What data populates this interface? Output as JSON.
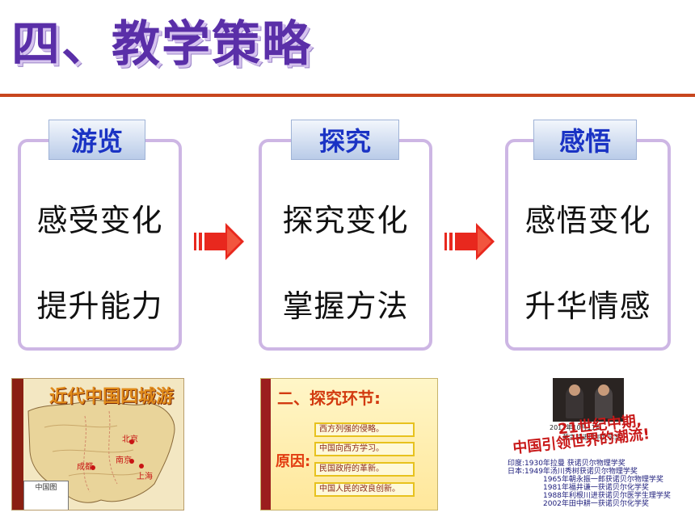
{
  "title": "四、教学策略",
  "colors": {
    "title": "#5a2fa8",
    "rule": "#c8461e",
    "tag_text": "#1a33c4",
    "card_border": "#cdb6e4",
    "arrow": "#e8281e"
  },
  "cards": [
    {
      "tag": "游览",
      "line1": "感受变化",
      "line2": "提升能力"
    },
    {
      "tag": "探究",
      "line1": "探究变化",
      "line2": "掌握方法"
    },
    {
      "tag": "感悟",
      "line1": "感悟变化",
      "line2": "升华情感"
    }
  ],
  "thumbs": {
    "map": {
      "title": "近代中国四城游",
      "cities": [
        "北京",
        "南京",
        "上海",
        "成都"
      ],
      "legend": "中国图"
    },
    "slide": {
      "title": "二、探究环节:",
      "side_label": "原因:",
      "items": [
        "西方列强的侵略。",
        "中国向西方学习。",
        "民国政府的革新。",
        "中国人民的改良创新。"
      ]
    },
    "nobel": {
      "caption1": "2012年10月11日",
      "caption2": "莫言获诺贝尔文学奖",
      "slogan1": "21世纪中期,",
      "slogan2": "中国引领世界的潮流!",
      "awards": [
        "印度:1930年拉曼  获诺贝尔物理学奖",
        "日本:1949年汤川秀树获诺贝尔物理学奖",
        "1965年朝永振一郎获诺贝尔物理学奖",
        "1981年福井谦一获诺贝尔化学奖",
        "1988年利根川进获诺贝尔医学生理学奖",
        "2002年田中耕一获诺贝尔化学奖"
      ]
    }
  }
}
